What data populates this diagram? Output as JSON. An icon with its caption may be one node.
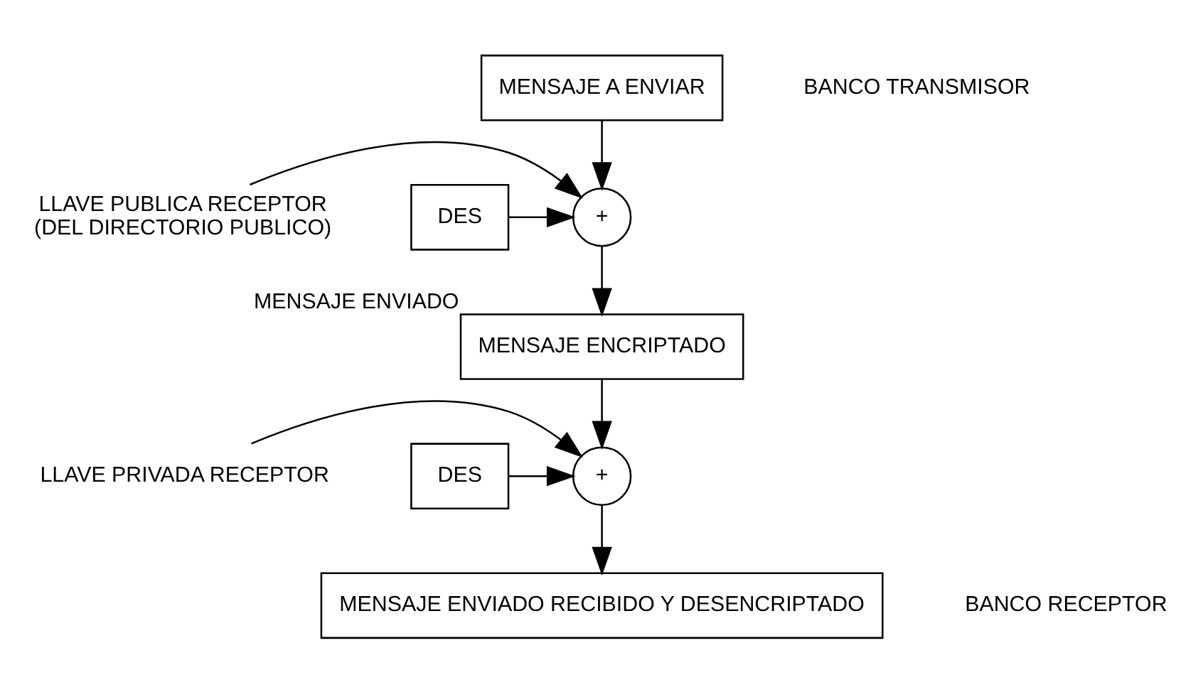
{
  "diagram": {
    "nodes": [
      {
        "text": [
          "MENSAJE A ENVIAR"
        ]
      },
      {
        "text": [
          "LLAVE PUBLICA RECEPTOR",
          "(DEL DIRECTORIO PUBLICO)"
        ]
      },
      {
        "text": [
          "+"
        ]
      },
      {
        "text": [
          "DES"
        ]
      },
      {
        "text": [
          "MENSAJE ENCRIPTADO"
        ],
        "beside": [
          "MENSAJE ENVIADO"
        ]
      },
      {
        "text": [
          "LLAVE PRIVADA RECEPTOR"
        ]
      },
      {
        "text": [
          "+"
        ]
      },
      {
        "text": [
          "DES"
        ]
      },
      {
        "text": [
          "MENSAJE ENVIADO RECIBIDO Y DESENCRIPTADO"
        ]
      }
    ],
    "edges": [
      {
        "from": 0,
        "to": 2,
        "arrow": "to"
      },
      {
        "from": 1,
        "to": 2,
        "arrow": "to"
      },
      {
        "from": 3,
        "to": 2,
        "arrow": "to"
      },
      {
        "from": 2,
        "to": 4,
        "arrow": "to"
      },
      {
        "from": 4,
        "to": 6,
        "arrow": "to"
      },
      {
        "from": 5,
        "to": 6,
        "arrow": "to"
      },
      {
        "from": 7,
        "to": 6,
        "arrow": "to"
      },
      {
        "from": 6,
        "to": 8,
        "arrow": "to"
      }
    ],
    "labels": [
      "BANCO TRANSMISOR",
      "BANCO RECEPTOR"
    ]
  }
}
